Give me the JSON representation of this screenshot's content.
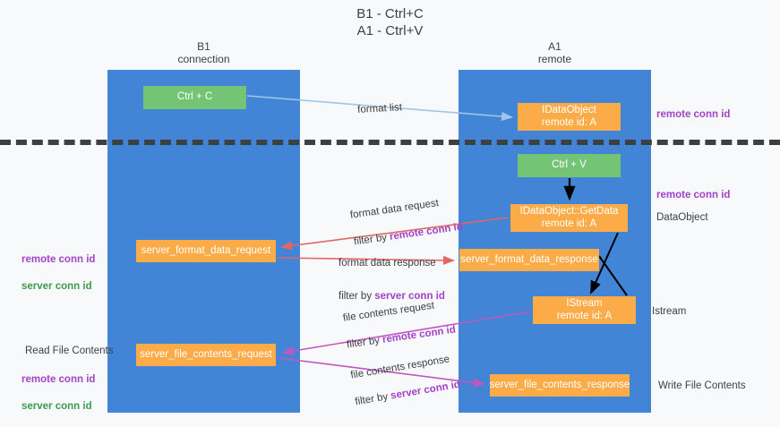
{
  "title": "B1 - Ctrl+C\nA1 - Ctrl+V",
  "colors": {
    "lane": "#4285d6",
    "green_node": "#74c476",
    "orange_node": "#fbac48",
    "purple_label": "#a142c8",
    "green_label": "#3f9a4f",
    "text": "#3c4043",
    "arrow_format_list": "#9fc5e8",
    "arrow_format_data": "#e06666",
    "arrow_black": "#000000",
    "arrow_file_contents": "#c355c3",
    "background": "#f8f9fa"
  },
  "lanes": [
    {
      "id": "b1",
      "title": "B1\nconnection"
    },
    {
      "id": "a1",
      "title": "A1\nremote"
    }
  ],
  "nodes": {
    "ctrl_c": "Ctrl + C",
    "idataobject": "IDataObject\nremote id: A",
    "ctrl_v": "Ctrl + V",
    "getdata": "IDataObject::GetData\nremote id: A",
    "server_format_data_request": "server_format_data_request",
    "server_format_data_response": "server_format_data_response",
    "istream": "IStream\nremote id: A",
    "server_file_contents_request": "server_file_contents_request",
    "server_file_contents_response": "server_file_contents_response"
  },
  "edge_labels": {
    "format_list": "format list",
    "format_data_request": "format data request",
    "format_data_request_filter_prefix": "filter by ",
    "format_data_request_filter_key": "remote conn id",
    "format_data_response": "format data response",
    "format_data_response_filter_prefix": "filter by ",
    "format_data_response_filter_key": "server conn id",
    "file_contents_request": "file contents request",
    "file_contents_request_filter_prefix": "filter by ",
    "file_contents_request_filter_key": "remote conn id",
    "file_contents_response": "file contents response",
    "file_contents_response_filter_prefix": "filter by ",
    "file_contents_response_filter_key": "server conn id"
  },
  "side_labels": {
    "remote_conn_id_top": "remote conn id",
    "remote_conn_id_mid": "remote conn id",
    "data_object": "DataObject",
    "istream": "Istream",
    "write_file_contents": "Write File Contents",
    "left_remote_conn_id_mid": "remote conn id",
    "left_server_conn_id_mid": "server conn id",
    "read_file_contents": "Read File Contents",
    "left_remote_conn_id_bot": "remote conn id",
    "left_server_conn_id_bot": "server conn id"
  }
}
